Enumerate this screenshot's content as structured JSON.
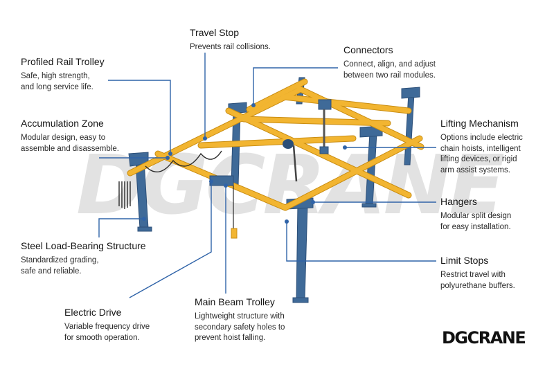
{
  "watermark": "DGCRANE",
  "logo": {
    "text": "DGCRANE"
  },
  "colors": {
    "rail": "#f2b531",
    "rail_edge": "#c98d12",
    "post": "#3f6a98",
    "post_dark": "#2c4f78",
    "leader": "#2f63a8"
  },
  "callouts": {
    "travel_stop": {
      "title": "Travel Stop",
      "desc": "Prevents rail collisions."
    },
    "profiled_rail_trolley": {
      "title": "Profiled Rail Trolley",
      "desc": "Safe, high strength,\nand long service life."
    },
    "connectors": {
      "title": "Connectors",
      "desc": "Connect, align, and adjust\nbetween two rail modules."
    },
    "accumulation_zone": {
      "title": "Accumulation Zone",
      "desc": "Modular design, easy to\nassemble and disassemble."
    },
    "lifting_mechanism": {
      "title": "Lifting Mechanism",
      "desc": "Options include electric\nchain hoists, intelligent\nlifting devices, or rigid\narm assist systems."
    },
    "hangers": {
      "title": "Hangers",
      "desc": "Modular split design\nfor easy installation."
    },
    "steel_structure": {
      "title": "Steel Load-Bearing Structure",
      "desc": "Standardized grading,\nsafe and reliable."
    },
    "limit_stops": {
      "title": "Limit Stops",
      "desc": "Restrict travel with\npolyurethane buffers."
    },
    "electric_drive": {
      "title": "Electric Drive",
      "desc": "Variable frequency drive\nfor smooth operation."
    },
    "main_beam_trolley": {
      "title": "Main Beam Trolley",
      "desc": "Lightweight structure with\nsecondary safety holes to\nprevent hoist falling."
    }
  }
}
